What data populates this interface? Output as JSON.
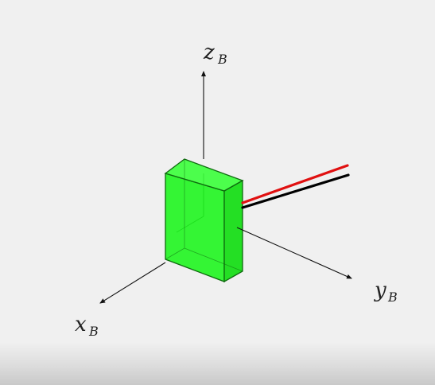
{
  "axes": {
    "x": {
      "letter": "x",
      "subscript": "B"
    },
    "y": {
      "letter": "y",
      "subscript": "B"
    },
    "z": {
      "letter": "z",
      "subscript": "B"
    }
  },
  "colors": {
    "background": "#f0f0f0",
    "box_fill": "#22ff22",
    "box_edge": "#117711",
    "axis": "#111111",
    "vector_red": "#e01010",
    "vector_black": "#000000"
  }
}
